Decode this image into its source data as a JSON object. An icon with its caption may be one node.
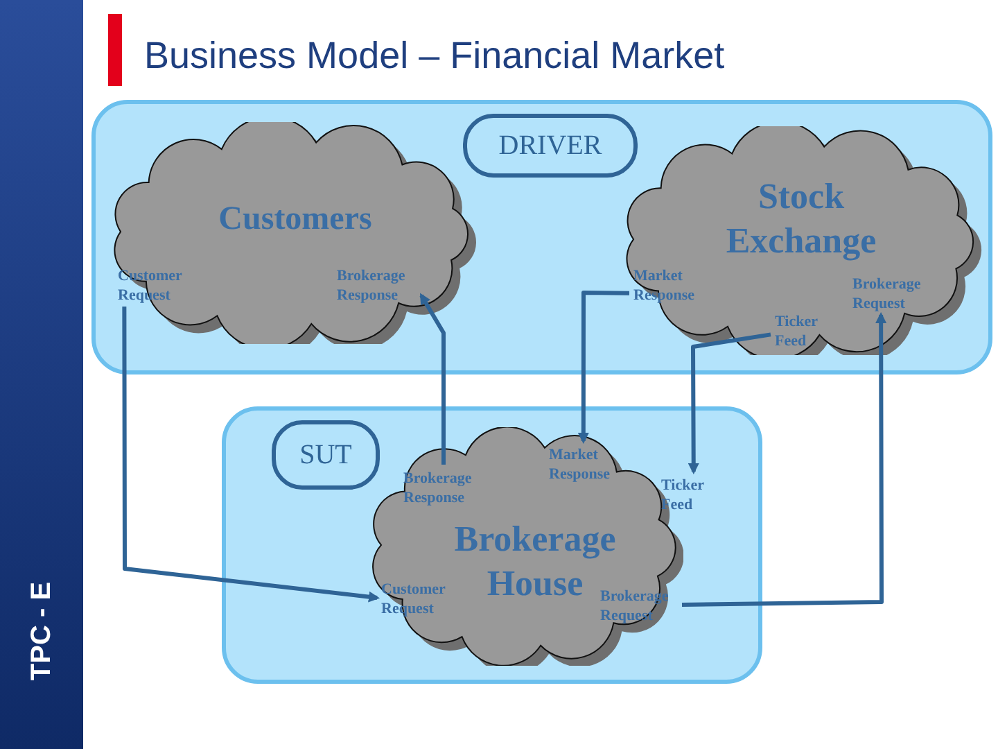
{
  "diagram": {
    "title": "Business Model – Financial Market",
    "nodes": [
      {
        "text": [
          "DRIVER"
        ]
      },
      {
        "text": [
          "Customers"
        ],
        "in": 0
      },
      {
        "text": [
          "Customer Request"
        ],
        "in": 1
      },
      {
        "text": [
          "Brokerage Response"
        ],
        "in": 1
      },
      {
        "text": [
          "Stock Exchange"
        ],
        "in": 0
      },
      {
        "text": [
          "Market Response"
        ],
        "in": 4
      },
      {
        "text": [
          "Ticker Feed"
        ],
        "in": 4
      },
      {
        "text": [
          "Brokerage Request"
        ],
        "in": 4
      },
      {
        "text": [
          "SUT"
        ]
      },
      {
        "text": [
          "Brokerage House"
        ],
        "in": 8
      },
      {
        "text": [
          "Brokerage Response"
        ],
        "in": 9
      },
      {
        "text": [
          "Market Response"
        ],
        "in": 9
      },
      {
        "text": [
          "Ticker Feed"
        ],
        "in": 9
      },
      {
        "text": [
          "Customer Request"
        ],
        "in": 9
      },
      {
        "text": [
          "Brokerage Request"
        ],
        "in": 9
      }
    ],
    "edges": [
      {
        "from": 2,
        "to": 13,
        "arrow": "to"
      },
      {
        "from": 10,
        "to": 3,
        "arrow": "to"
      },
      {
        "from": 5,
        "to": 11,
        "arrow": "to"
      },
      {
        "from": 6,
        "to": 12,
        "arrow": "to"
      },
      {
        "from": 14,
        "to": 7,
        "arrow": "to"
      }
    ],
    "labels": [
      "TPC - E"
    ]
  }
}
